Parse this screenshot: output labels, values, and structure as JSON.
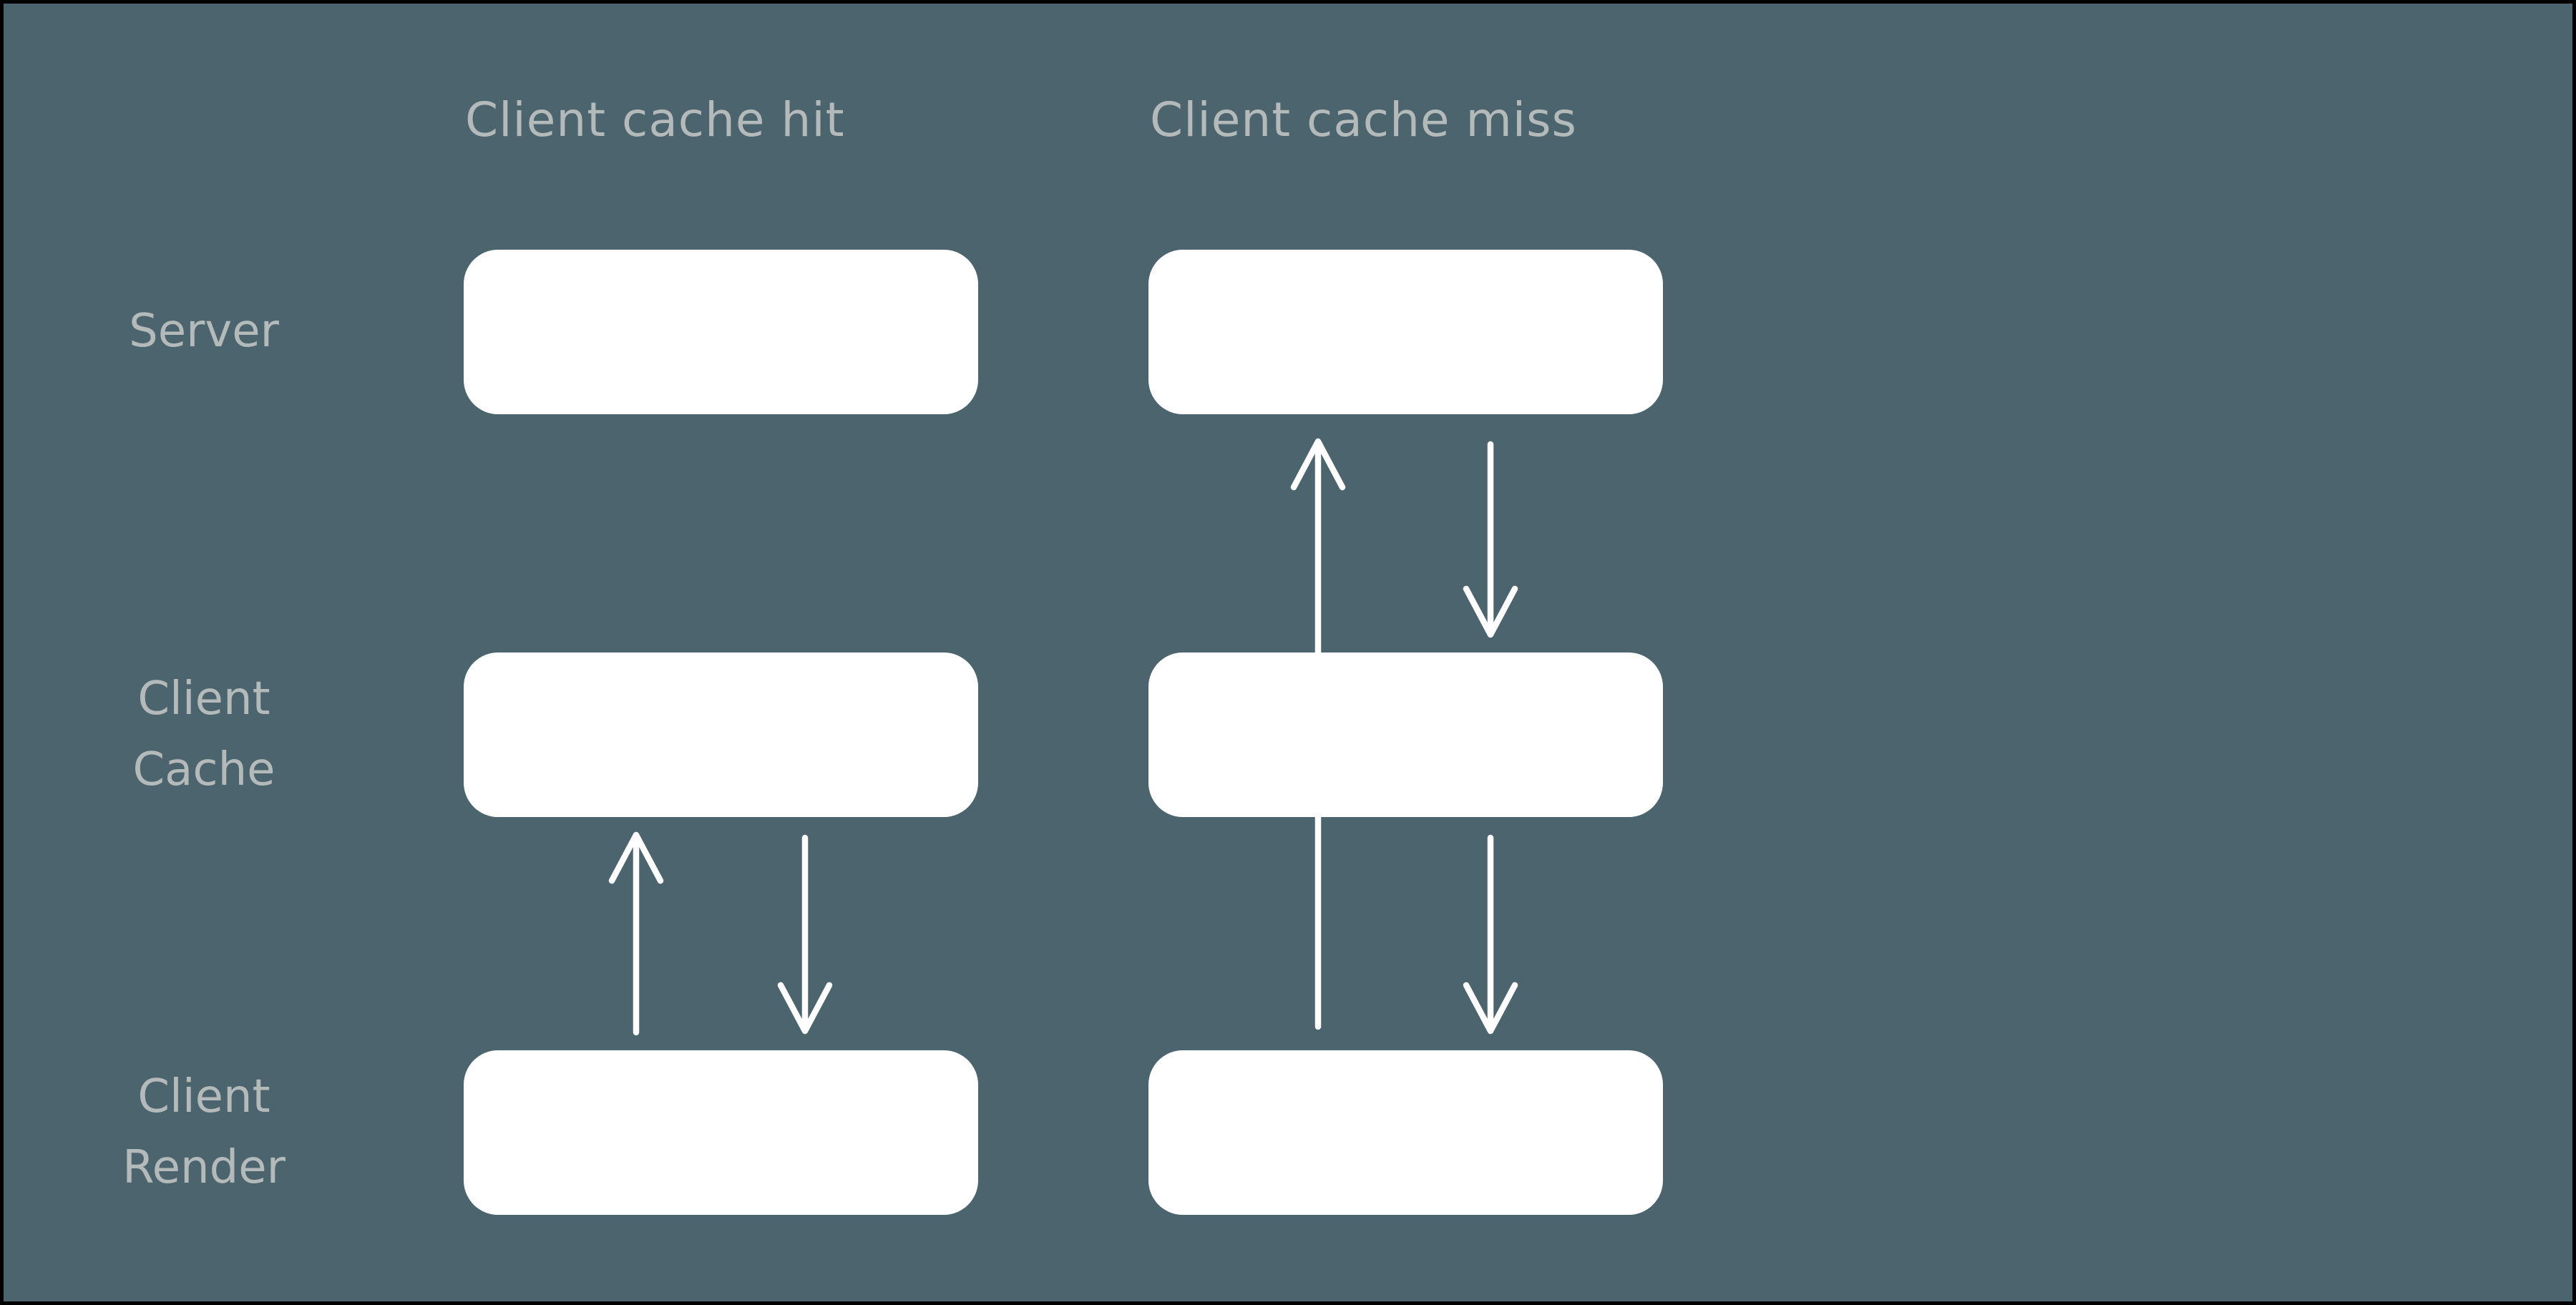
{
  "diagram": {
    "columns": [
      {
        "title": "Client cache hit"
      },
      {
        "title": "Client cache miss"
      }
    ],
    "rows": [
      {
        "label": "Server"
      },
      {
        "label": "Client Cache"
      },
      {
        "label": "Client Render"
      }
    ],
    "arrows": [
      {
        "column": "Client cache hit",
        "from": "Client Render",
        "to": "Client Cache",
        "direction": "up"
      },
      {
        "column": "Client cache hit",
        "from": "Client Cache",
        "to": "Client Render",
        "direction": "down"
      },
      {
        "column": "Client cache miss",
        "from": "Client Render",
        "to": "Server",
        "direction": "up",
        "note": "passes behind Client Cache box"
      },
      {
        "column": "Client cache miss",
        "from": "Server",
        "to": "Client Cache",
        "direction": "down"
      },
      {
        "column": "Client cache miss",
        "from": "Client Cache",
        "to": "Client Render",
        "direction": "down"
      }
    ]
  },
  "colors": {
    "bg": "#4b646d",
    "text": "#b4baba",
    "box": "#ffffff",
    "arrow": "#ffffff",
    "frame": "#000000"
  }
}
